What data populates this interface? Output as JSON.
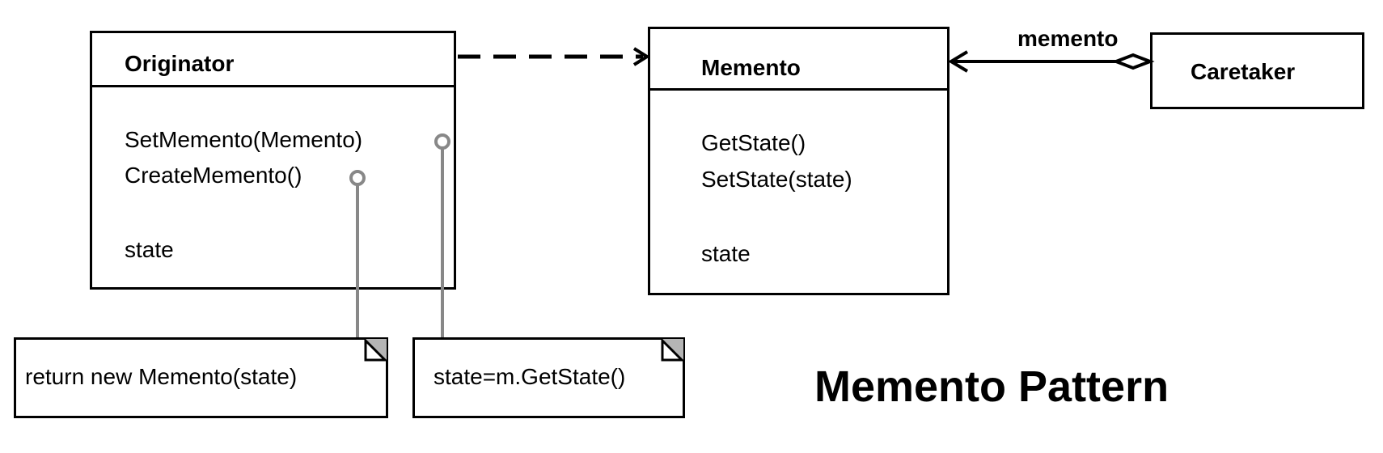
{
  "diagram": {
    "title": "Memento Pattern",
    "originator": {
      "name": "Originator",
      "methods": [
        "SetMemento(Memento)",
        "CreateMemento()"
      ],
      "attribute": "state"
    },
    "memento": {
      "name": "Memento",
      "methods": [
        "GetState()",
        "SetState(state)"
      ],
      "attribute": "state"
    },
    "caretaker": {
      "name": "Caretaker"
    },
    "association_label": "memento",
    "notes": {
      "create": "return new Memento(state)",
      "set": "state=m.GetState()"
    }
  }
}
